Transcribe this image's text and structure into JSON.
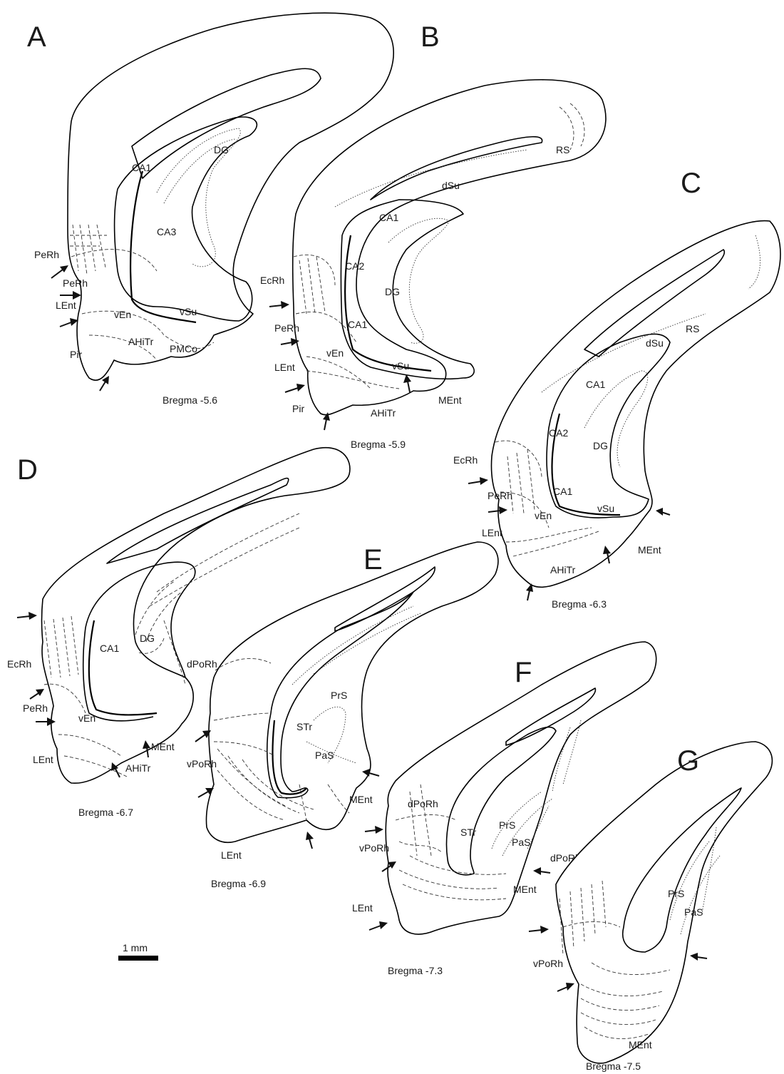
{
  "figure": {
    "panels": [
      {
        "id": "A",
        "letter": "A",
        "bregma": "Bregma -5.6",
        "labels": [
          "DG",
          "CA1",
          "CA3",
          "PeRh",
          "PeRh",
          "LEnt",
          "vEn",
          "vSu",
          "AHiTr",
          "PMCo",
          "Pir"
        ]
      },
      {
        "id": "B",
        "letter": "B",
        "bregma": "Bregma -5.9",
        "labels": [
          "RS",
          "dSu",
          "CA1",
          "CA2",
          "EcRh",
          "DG",
          "CA1",
          "PeRh",
          "vEn",
          "vSu",
          "LEnt",
          "MEnt",
          "Pir",
          "AHiTr"
        ]
      },
      {
        "id": "C",
        "letter": "C",
        "bregma": "Bregma -6.3",
        "labels": [
          "RS",
          "dSu",
          "CA1",
          "CA2",
          "DG",
          "EcRh",
          "PeRh",
          "CA1",
          "vSu",
          "vEn",
          "LEnt",
          "MEnt",
          "AHiTr"
        ]
      },
      {
        "id": "D",
        "letter": "D",
        "bregma": "Bregma -6.7",
        "labels": [
          "DG",
          "CA1",
          "EcRh",
          "dPoRh",
          "PeRh",
          "vEn",
          "MEnt",
          "LEnt",
          "AHiTr"
        ]
      },
      {
        "id": "E",
        "letter": "E",
        "bregma": "Bregma -6.9",
        "labels": [
          "PrS",
          "STr",
          "PaS",
          "vPoRh",
          "MEnt",
          "LEnt"
        ]
      },
      {
        "id": "F",
        "letter": "F",
        "bregma": "Bregma -7.3",
        "labels": [
          "dPoRh",
          "STr",
          "PrS",
          "PaS",
          "vPoRh",
          "dPoRh",
          "MEnt",
          "LEnt"
        ]
      },
      {
        "id": "G",
        "letter": "G",
        "bregma": "Bregma -7.5",
        "labels": [
          "PrS",
          "PaS",
          "vPoRh",
          "MEnt"
        ]
      }
    ],
    "scale_bar": {
      "label": "1 mm"
    }
  }
}
